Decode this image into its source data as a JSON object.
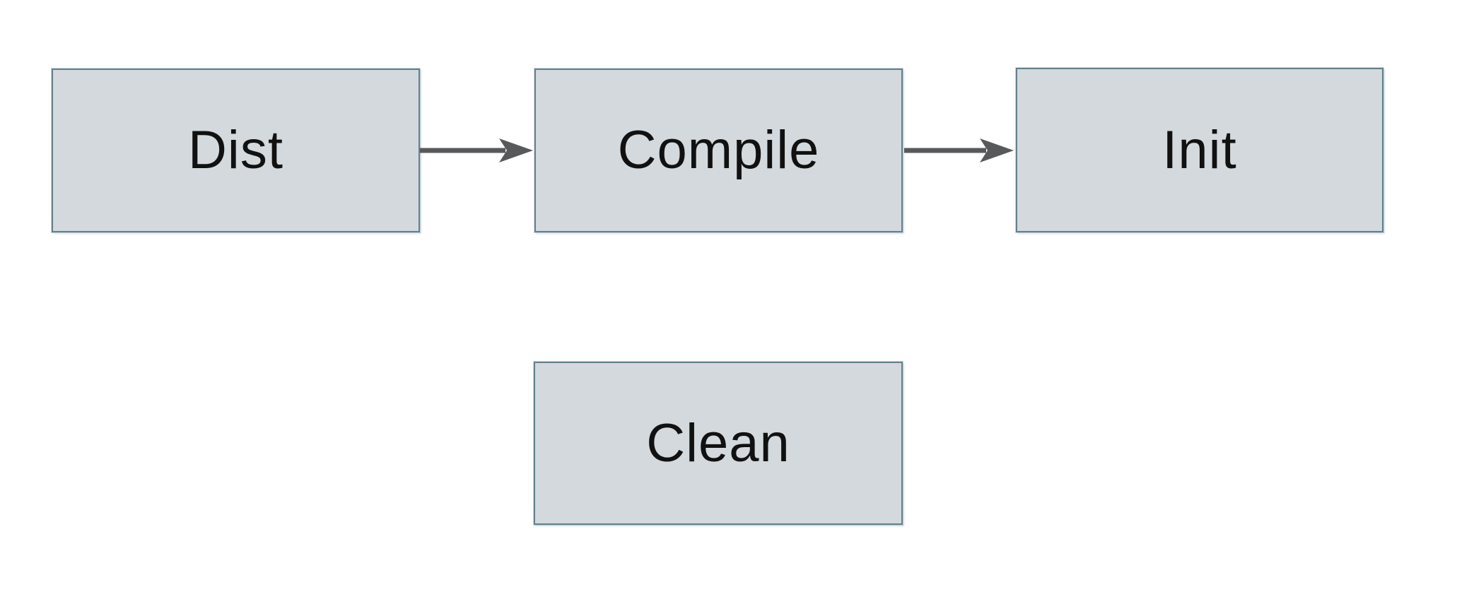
{
  "diagram": {
    "type": "flowchart",
    "background": "#ffffff",
    "nodes": [
      {
        "id": "dist",
        "label": "Dist"
      },
      {
        "id": "compile",
        "label": "Compile"
      },
      {
        "id": "init",
        "label": "Init"
      },
      {
        "id": "clean",
        "label": "Clean"
      }
    ],
    "edges": [
      {
        "from": "Dist",
        "to": "Compile",
        "style": "solid-arrow"
      },
      {
        "from": "Compile",
        "to": "Init",
        "style": "solid-arrow"
      }
    ],
    "colors": {
      "node_fill": "#d3d9dc",
      "node_border": "#64808d",
      "arrow": "#58595b",
      "text": "#111111",
      "background": "#ffffff"
    }
  }
}
